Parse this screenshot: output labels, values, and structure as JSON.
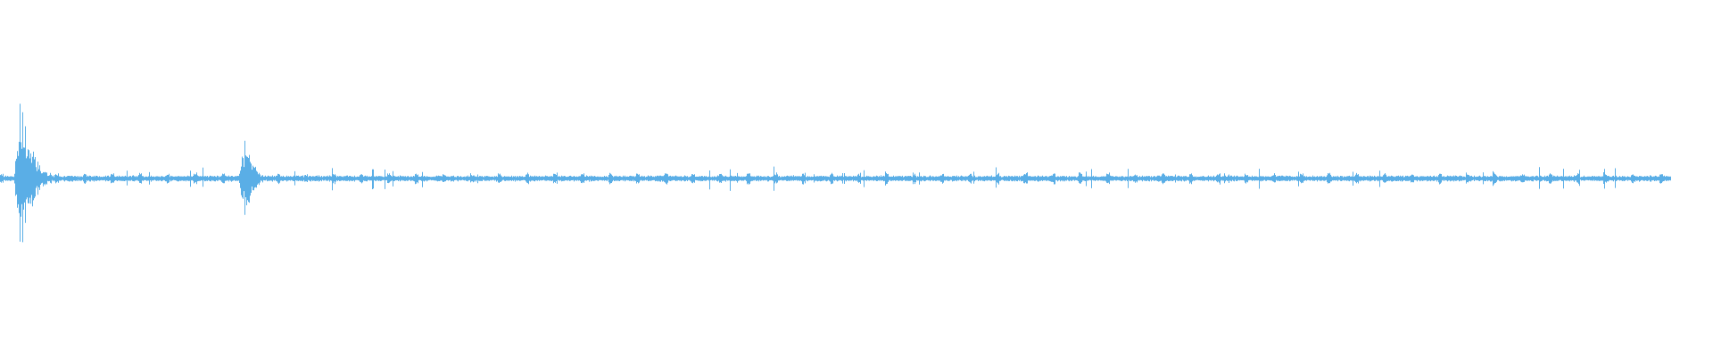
{
  "waveform": {
    "color": "#5aaee6",
    "background": "#ffffff",
    "bursts": [
      {
        "position": 0.012,
        "amplitude": 1.0,
        "decay": 0.022
      },
      {
        "position": 0.143,
        "amplitude": 0.52,
        "decay": 0.015
      }
    ],
    "baseline_amplitude": 0.035,
    "sparse_spike_amplitude": 0.09,
    "end_fraction": 0.975
  }
}
